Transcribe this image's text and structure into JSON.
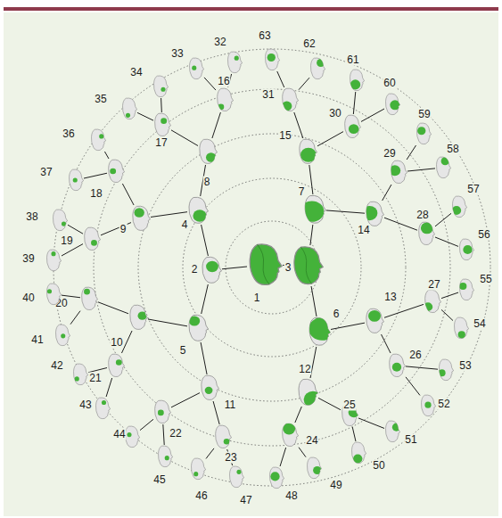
{
  "diagram": {
    "nodes": [
      {
        "text": [
          "1"
        ]
      },
      {
        "text": [
          "2"
        ]
      },
      {
        "text": [
          "3"
        ]
      },
      {
        "text": [
          "4"
        ]
      },
      {
        "text": [
          "5"
        ]
      },
      {
        "text": [
          "6"
        ]
      },
      {
        "text": [
          "7"
        ]
      },
      {
        "text": [
          "8"
        ]
      },
      {
        "text": [
          "9"
        ]
      },
      {
        "text": [
          "10"
        ]
      },
      {
        "text": [
          "11"
        ]
      },
      {
        "text": [
          "12"
        ]
      },
      {
        "text": [
          "13"
        ]
      },
      {
        "text": [
          "14"
        ]
      },
      {
        "text": [
          "15"
        ]
      },
      {
        "text": [
          "16"
        ]
      },
      {
        "text": [
          "17"
        ]
      },
      {
        "text": [
          "18"
        ]
      },
      {
        "text": [
          "19"
        ]
      },
      {
        "text": [
          "20"
        ]
      },
      {
        "text": [
          "21"
        ]
      },
      {
        "text": [
          "22"
        ]
      },
      {
        "text": [
          "23"
        ]
      },
      {
        "text": [
          "24"
        ]
      },
      {
        "text": [
          "25"
        ]
      },
      {
        "text": [
          "26"
        ]
      },
      {
        "text": [
          "27"
        ]
      },
      {
        "text": [
          "28"
        ]
      },
      {
        "text": [
          "29"
        ]
      },
      {
        "text": [
          "30"
        ]
      },
      {
        "text": [
          "31"
        ]
      },
      {
        "text": [
          "32"
        ]
      },
      {
        "text": [
          "33"
        ]
      },
      {
        "text": [
          "34"
        ]
      },
      {
        "text": [
          "35"
        ]
      },
      {
        "text": [
          "36"
        ]
      },
      {
        "text": [
          "37"
        ]
      },
      {
        "text": [
          "38"
        ]
      },
      {
        "text": [
          "39"
        ]
      },
      {
        "text": [
          "40"
        ]
      },
      {
        "text": [
          "41"
        ]
      },
      {
        "text": [
          "42"
        ]
      },
      {
        "text": [
          "43"
        ]
      },
      {
        "text": [
          "44"
        ]
      },
      {
        "text": [
          "45"
        ]
      },
      {
        "text": [
          "46"
        ]
      },
      {
        "text": [
          "47"
        ]
      },
      {
        "text": [
          "48"
        ]
      },
      {
        "text": [
          "49"
        ]
      },
      {
        "text": [
          "50"
        ]
      },
      {
        "text": [
          "51"
        ]
      },
      {
        "text": [
          "52"
        ]
      },
      {
        "text": [
          "53"
        ]
      },
      {
        "text": [
          "54"
        ]
      },
      {
        "text": [
          "55"
        ]
      },
      {
        "text": [
          "56"
        ]
      },
      {
        "text": [
          "57"
        ]
      },
      {
        "text": [
          "58"
        ]
      },
      {
        "text": [
          "59"
        ]
      },
      {
        "text": [
          "60"
        ]
      },
      {
        "text": [
          "61"
        ]
      },
      {
        "text": [
          "62"
        ]
      },
      {
        "text": [
          "63"
        ]
      }
    ],
    "edges": [
      {
        "from": 0,
        "to": 1,
        "arrow": "none"
      },
      {
        "from": 0,
        "to": 2,
        "arrow": "none"
      },
      {
        "from": 1,
        "to": 3,
        "arrow": "none"
      },
      {
        "from": 1,
        "to": 4,
        "arrow": "none"
      },
      {
        "from": 2,
        "to": 5,
        "arrow": "none"
      },
      {
        "from": 2,
        "to": 6,
        "arrow": "none"
      },
      {
        "from": 3,
        "to": 7,
        "arrow": "none"
      },
      {
        "from": 3,
        "to": 8,
        "arrow": "none"
      },
      {
        "from": 4,
        "to": 9,
        "arrow": "none"
      },
      {
        "from": 4,
        "to": 10,
        "arrow": "none"
      },
      {
        "from": 5,
        "to": 11,
        "arrow": "none"
      },
      {
        "from": 5,
        "to": 12,
        "arrow": "none"
      },
      {
        "from": 6,
        "to": 13,
        "arrow": "none"
      },
      {
        "from": 6,
        "to": 14,
        "arrow": "none"
      },
      {
        "from": 7,
        "to": 15,
        "arrow": "none"
      },
      {
        "from": 7,
        "to": 16,
        "arrow": "none"
      },
      {
        "from": 8,
        "to": 17,
        "arrow": "none"
      },
      {
        "from": 8,
        "to": 18,
        "arrow": "none"
      },
      {
        "from": 9,
        "to": 19,
        "arrow": "none"
      },
      {
        "from": 9,
        "to": 20,
        "arrow": "none"
      },
      {
        "from": 10,
        "to": 21,
        "arrow": "none"
      },
      {
        "from": 10,
        "to": 22,
        "arrow": "none"
      },
      {
        "from": 11,
        "to": 23,
        "arrow": "none"
      },
      {
        "from": 11,
        "to": 24,
        "arrow": "none"
      },
      {
        "from": 12,
        "to": 25,
        "arrow": "none"
      },
      {
        "from": 12,
        "to": 26,
        "arrow": "none"
      },
      {
        "from": 13,
        "to": 27,
        "arrow": "none"
      },
      {
        "from": 13,
        "to": 28,
        "arrow": "none"
      },
      {
        "from": 14,
        "to": 29,
        "arrow": "none"
      },
      {
        "from": 14,
        "to": 30,
        "arrow": "none"
      },
      {
        "from": 15,
        "to": 31,
        "arrow": "none"
      },
      {
        "from": 15,
        "to": 32,
        "arrow": "none"
      },
      {
        "from": 16,
        "to": 33,
        "arrow": "none"
      },
      {
        "from": 16,
        "to": 34,
        "arrow": "none"
      },
      {
        "from": 17,
        "to": 35,
        "arrow": "none"
      },
      {
        "from": 17,
        "to": 36,
        "arrow": "none"
      },
      {
        "from": 18,
        "to": 37,
        "arrow": "none"
      },
      {
        "from": 18,
        "to": 38,
        "arrow": "none"
      },
      {
        "from": 19,
        "to": 39,
        "arrow": "none"
      },
      {
        "from": 19,
        "to": 40,
        "arrow": "none"
      },
      {
        "from": 20,
        "to": 41,
        "arrow": "none"
      },
      {
        "from": 20,
        "to": 42,
        "arrow": "none"
      },
      {
        "from": 21,
        "to": 43,
        "arrow": "none"
      },
      {
        "from": 21,
        "to": 44,
        "arrow": "none"
      },
      {
        "from": 22,
        "to": 45,
        "arrow": "none"
      },
      {
        "from": 22,
        "to": 46,
        "arrow": "none"
      },
      {
        "from": 23,
        "to": 47,
        "arrow": "none"
      },
      {
        "from": 23,
        "to": 48,
        "arrow": "none"
      },
      {
        "from": 24,
        "to": 49,
        "arrow": "none"
      },
      {
        "from": 24,
        "to": 50,
        "arrow": "none"
      },
      {
        "from": 25,
        "to": 51,
        "arrow": "none"
      },
      {
        "from": 25,
        "to": 52,
        "arrow": "none"
      },
      {
        "from": 26,
        "to": 53,
        "arrow": "none"
      },
      {
        "from": 26,
        "to": 54,
        "arrow": "none"
      },
      {
        "from": 27,
        "to": 55,
        "arrow": "none"
      },
      {
        "from": 27,
        "to": 56,
        "arrow": "none"
      },
      {
        "from": 28,
        "to": 57,
        "arrow": "none"
      },
      {
        "from": 28,
        "to": 58,
        "arrow": "none"
      },
      {
        "from": 29,
        "to": 59,
        "arrow": "none"
      },
      {
        "from": 29,
        "to": 60,
        "arrow": "none"
      },
      {
        "from": 30,
        "to": 61,
        "arrow": "none"
      },
      {
        "from": 30,
        "to": 62,
        "arrow": "none"
      }
    ]
  }
}
